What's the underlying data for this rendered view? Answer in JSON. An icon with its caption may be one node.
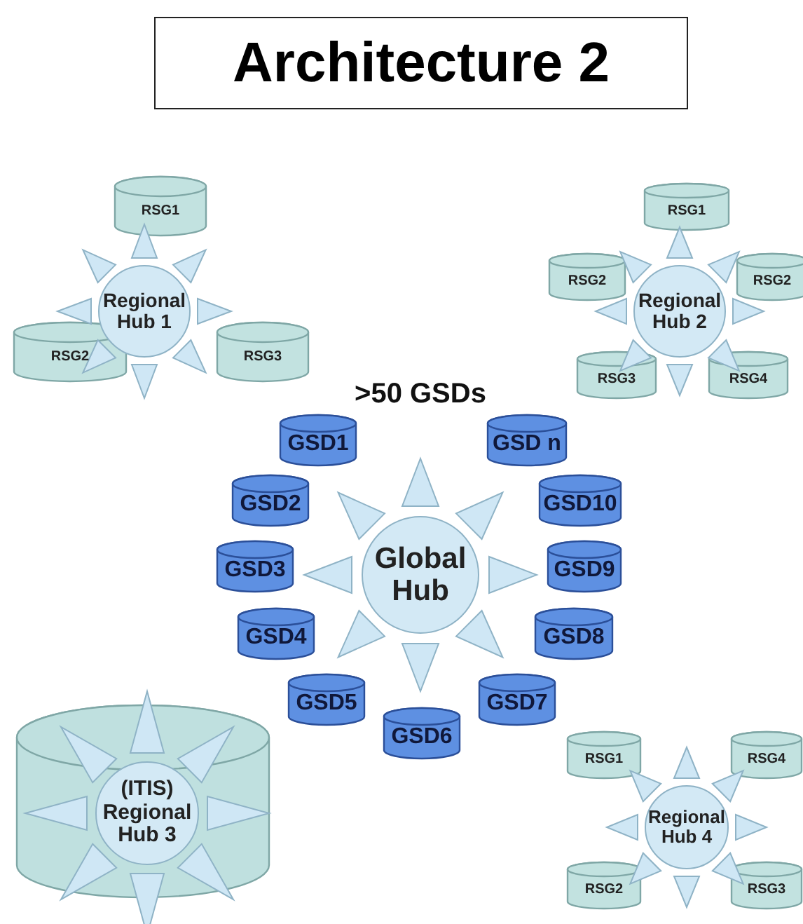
{
  "diagram": {
    "title": "Architecture 2",
    "nodes": [
      {
        "text": [
          "RSG1"
        ]
      },
      {
        "text": [
          "Regional Hub 1"
        ]
      },
      {
        "text": [
          "RSG2"
        ]
      },
      {
        "text": [
          "RSG3"
        ]
      },
      {
        "text": [
          "RSG1"
        ]
      },
      {
        "text": [
          "RSG2"
        ]
      },
      {
        "text": [
          "Regional Hub 2"
        ]
      },
      {
        "text": [
          "RSG2"
        ]
      },
      {
        "text": [
          "RSG3"
        ]
      },
      {
        "text": [
          "RSG4"
        ]
      },
      {
        "text": [
          "GSD1"
        ]
      },
      {
        "text": [
          "GSD n"
        ]
      },
      {
        "text": [
          "GSD2"
        ]
      },
      {
        "text": [
          "GSD10"
        ]
      },
      {
        "text": [
          "GSD3"
        ]
      },
      {
        "text": [
          "Global Hub"
        ]
      },
      {
        "text": [
          "GSD9"
        ]
      },
      {
        "text": [
          "GSD4"
        ]
      },
      {
        "text": [
          "GSD8"
        ]
      },
      {
        "text": [
          "GSD5"
        ]
      },
      {
        "text": [
          "GSD7"
        ]
      },
      {
        "text": [
          "GSD6"
        ]
      },
      {
        "text": [],
        "shape": "cylinder"
      },
      {
        "text": [
          "(ITIS) Regional Hub 3"
        ],
        "in": 22
      },
      {
        "text": [
          "RSG1"
        ]
      },
      {
        "text": [
          "RSG4"
        ]
      },
      {
        "text": [
          "Regional Hub 4"
        ]
      },
      {
        "text": [
          "RSG2"
        ]
      },
      {
        "text": [
          "RSG3"
        ]
      }
    ],
    "labels": [
      ">50 GSDs"
    ]
  }
}
